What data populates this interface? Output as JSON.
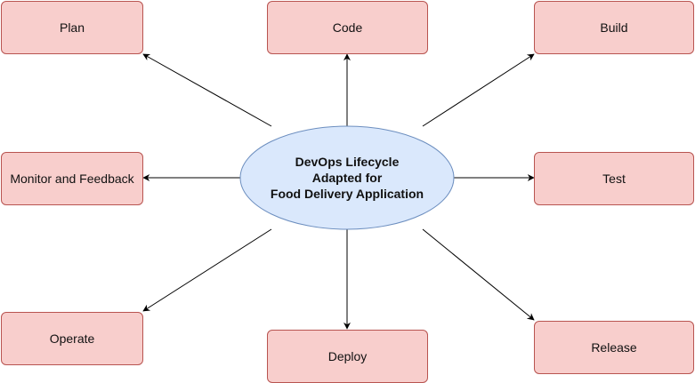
{
  "center": {
    "lines": [
      "DevOps Lifecycle",
      "Adapted for",
      "Food Delivery Application"
    ],
    "fill": "#dae8fc",
    "stroke": "#6c8ebf"
  },
  "node_style": {
    "fill": "#f8cecc",
    "stroke": "#b85450"
  },
  "edge_color": "#000000",
  "nodes": [
    {
      "id": "plan",
      "label": "Plan"
    },
    {
      "id": "code",
      "label": "Code"
    },
    {
      "id": "build",
      "label": "Build"
    },
    {
      "id": "monitor",
      "label": "Monitor and Feedback"
    },
    {
      "id": "test",
      "label": "Test"
    },
    {
      "id": "operate",
      "label": "Operate"
    },
    {
      "id": "deploy",
      "label": "Deploy"
    },
    {
      "id": "release",
      "label": "Release"
    }
  ]
}
